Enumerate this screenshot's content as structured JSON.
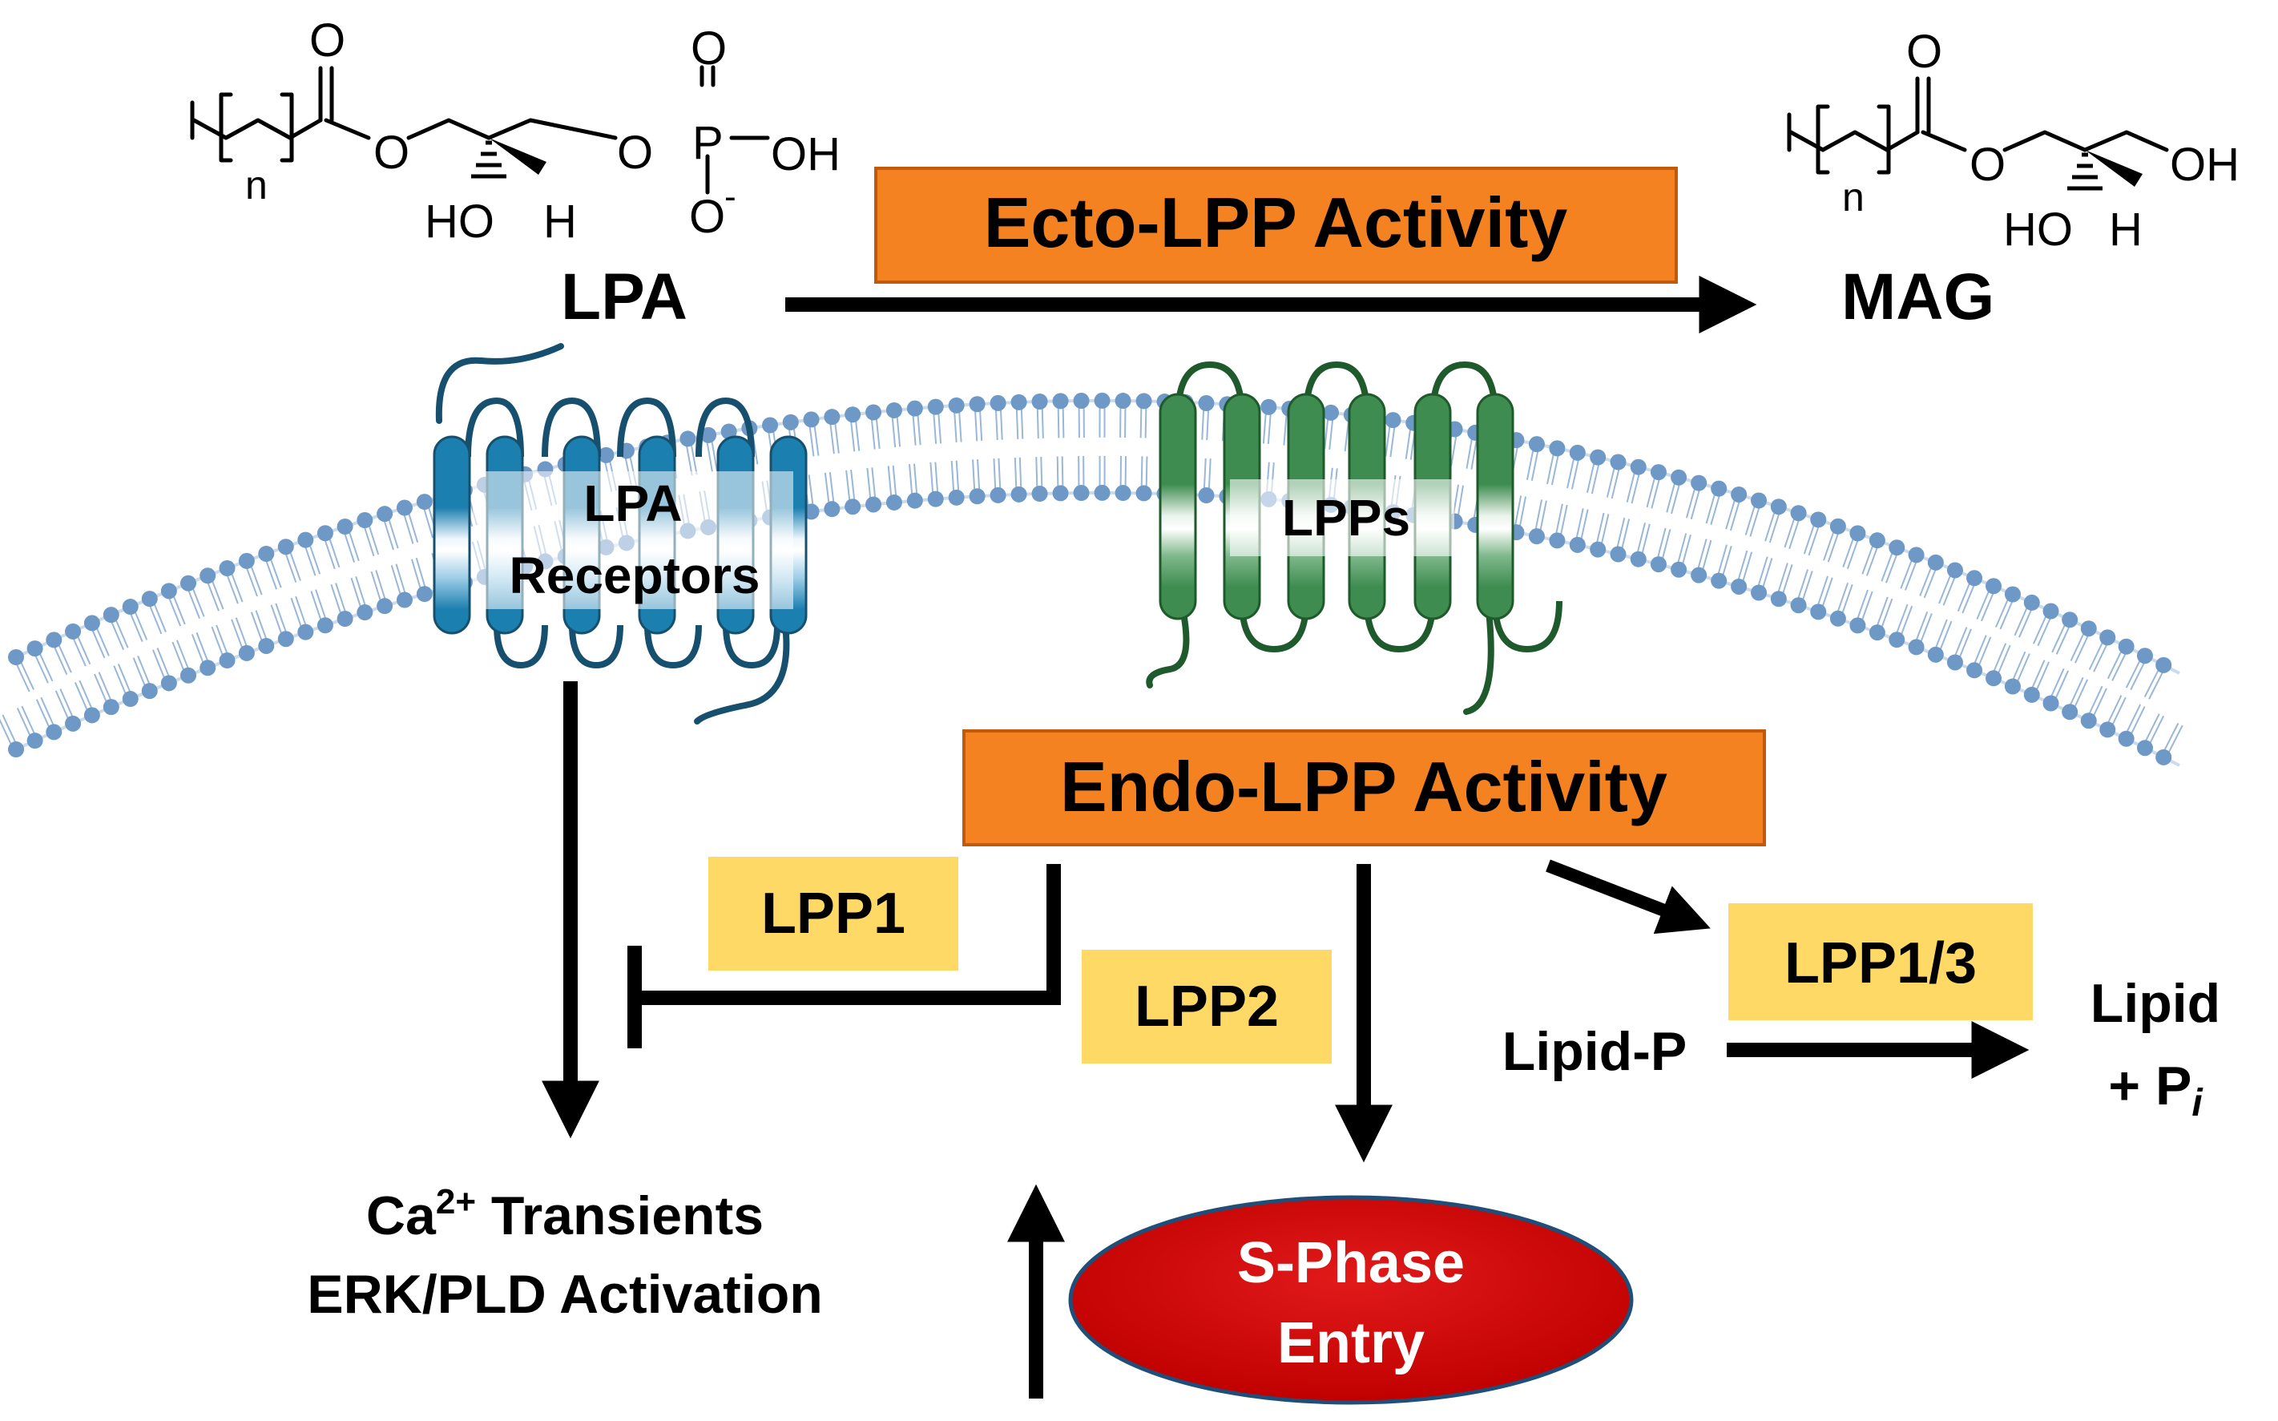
{
  "lpa": {
    "label": "LPA",
    "atoms": {
      "o_carbonyl": "O",
      "o_ester": "O",
      "o_link": "O",
      "p": "P",
      "o_top": "O",
      "oh": "OH",
      "o_minus": "O",
      "minus": "-",
      "ho": "HO",
      "h": "H",
      "n": "n"
    }
  },
  "mag": {
    "label": "MAG",
    "atoms": {
      "o_carbonyl": "O",
      "o_ester": "O",
      "oh": "OH",
      "ho": "HO",
      "h": "H",
      "n": "n"
    }
  },
  "ecto_lpp": {
    "label": "Ecto-LPP Activity"
  },
  "endo_lpp": {
    "label": "Endo-LPP Activity"
  },
  "lpa_receptors": {
    "line1": "LPA",
    "line2": "Receptors"
  },
  "lpps": {
    "label": "LPPs"
  },
  "lpp1": {
    "label": "LPP1"
  },
  "lpp2": {
    "label": "LPP2"
  },
  "lpp13": {
    "label": "LPP1/3"
  },
  "lipid_p": {
    "label": "Lipid-P"
  },
  "lipid_pi": {
    "line1": "Lipid",
    "line2_prefix": "+ P",
    "line2_sub": "i"
  },
  "outcome": {
    "ca": "Ca",
    "ca_sup": "2+",
    "ca_rest": " Transients",
    "line2": "ERK/PLD Activation"
  },
  "s_phase": {
    "line1": "S-Phase",
    "line2": "Entry"
  },
  "colors": {
    "orange": "#F58220",
    "yellow": "#FFD966",
    "red": "#D60C0C",
    "receptor_blue": "#1B7FB0",
    "lpp_green": "#3E8C4F",
    "lipid_head": "#6E98C6"
  }
}
